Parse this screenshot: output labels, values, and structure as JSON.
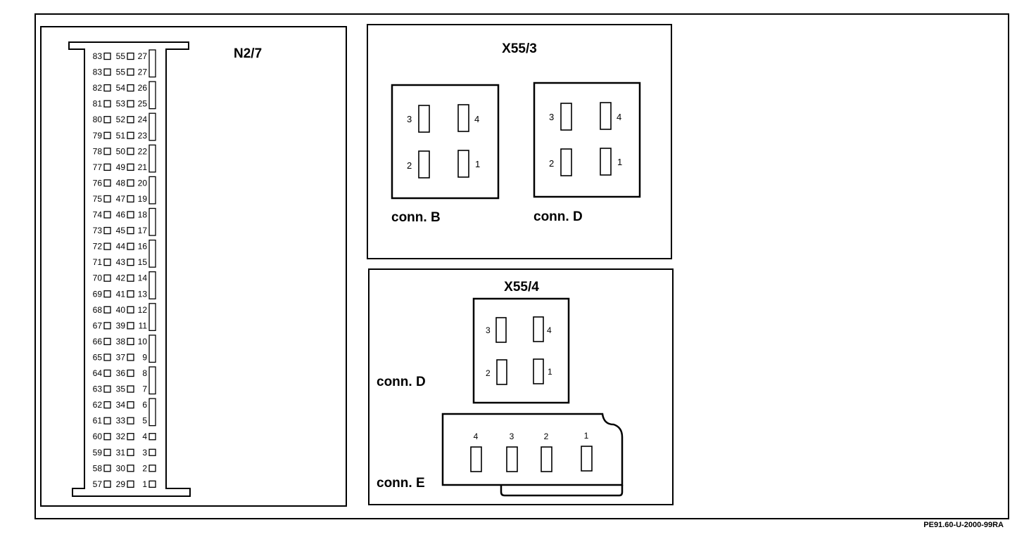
{
  "n27": {
    "title": "N2/7",
    "rows": [
      [
        "83",
        "55",
        "27"
      ],
      [
        "83",
        "55",
        "27"
      ],
      [
        "82",
        "54",
        "26"
      ],
      [
        "81",
        "53",
        "25"
      ],
      [
        "80",
        "52",
        "24"
      ],
      [
        "79",
        "51",
        "23"
      ],
      [
        "78",
        "50",
        "22"
      ],
      [
        "77",
        "49",
        "21"
      ],
      [
        "76",
        "48",
        "20"
      ],
      [
        "75",
        "47",
        "19"
      ],
      [
        "74",
        "46",
        "18"
      ],
      [
        "73",
        "45",
        "17"
      ],
      [
        "72",
        "44",
        "16"
      ],
      [
        "71",
        "43",
        "15"
      ],
      [
        "70",
        "42",
        "14"
      ],
      [
        "69",
        "41",
        "13"
      ],
      [
        "68",
        "40",
        "12"
      ],
      [
        "67",
        "39",
        "11"
      ],
      [
        "66",
        "38",
        "10"
      ],
      [
        "65",
        "37",
        "9"
      ],
      [
        "64",
        "36",
        "8"
      ],
      [
        "63",
        "35",
        "7"
      ],
      [
        "62",
        "34",
        "6"
      ],
      [
        "61",
        "33",
        "5"
      ],
      [
        "60",
        "32",
        "4"
      ],
      [
        "59",
        "31",
        "3"
      ],
      [
        "58",
        "30",
        "2"
      ],
      [
        "57",
        "29",
        "1"
      ]
    ]
  },
  "x553": {
    "title": "X55/3",
    "conn_b": {
      "label": "conn. B",
      "pins": [
        "1",
        "2",
        "3",
        "4"
      ]
    },
    "conn_d": {
      "label": "conn. D",
      "pins": [
        "1",
        "2",
        "3",
        "4"
      ]
    }
  },
  "x554": {
    "title": "X55/4",
    "conn_d": {
      "label": "conn. D",
      "pins": [
        "1",
        "2",
        "3",
        "4"
      ]
    },
    "conn_e": {
      "label": "conn. E",
      "pins": [
        "1",
        "2",
        "3",
        "4"
      ]
    }
  },
  "reference": "PE91.60-U-2000-99RA"
}
